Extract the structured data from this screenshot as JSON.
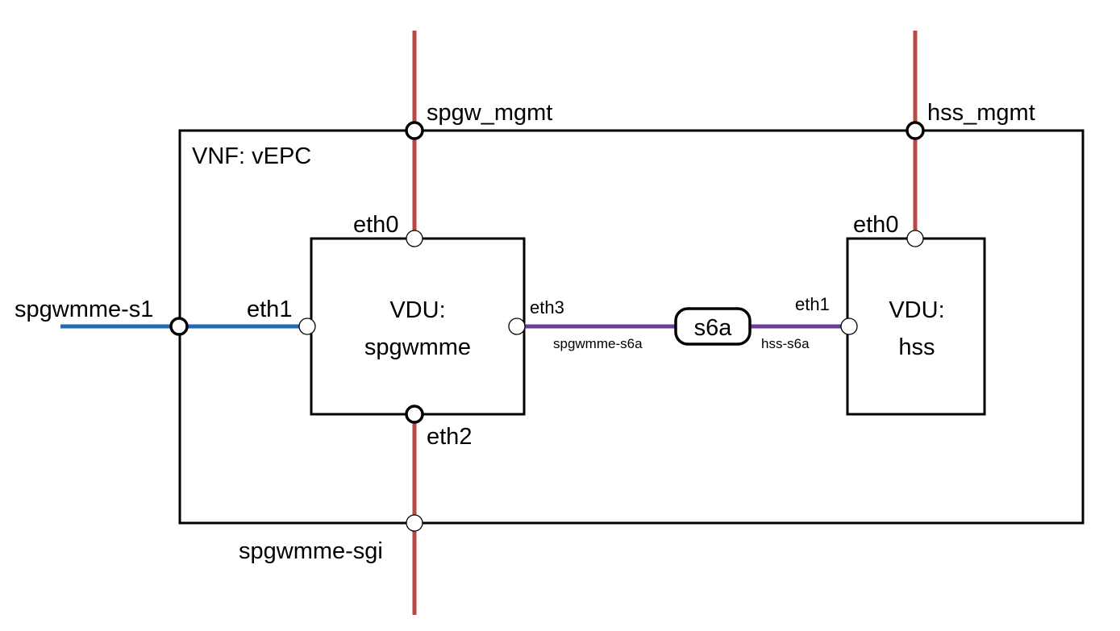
{
  "vnf": {
    "label": "VNF: vEPC"
  },
  "external_ports": {
    "spgw_mgmt": "spgw_mgmt",
    "hss_mgmt": "hss_mgmt",
    "s1": "spgwmme-s1",
    "sgi": "spgwmme-sgi"
  },
  "vdu_spgwmme": {
    "line1": "VDU:",
    "line2": "spgwmme",
    "eth0": "eth0",
    "eth1": "eth1",
    "eth2": "eth2",
    "eth3": "eth3"
  },
  "vdu_hss": {
    "line1": "VDU:",
    "line2": "hss",
    "eth0": "eth0",
    "eth1": "eth1"
  },
  "virtual_link": {
    "label": "s6a",
    "left_cp": "spgwmme-s6a",
    "right_cp": "hss-s6a"
  },
  "colors": {
    "mgmt_link": "#b84a45",
    "s1_link": "#1f6ab3",
    "s6a_link": "#6a3d9a"
  }
}
